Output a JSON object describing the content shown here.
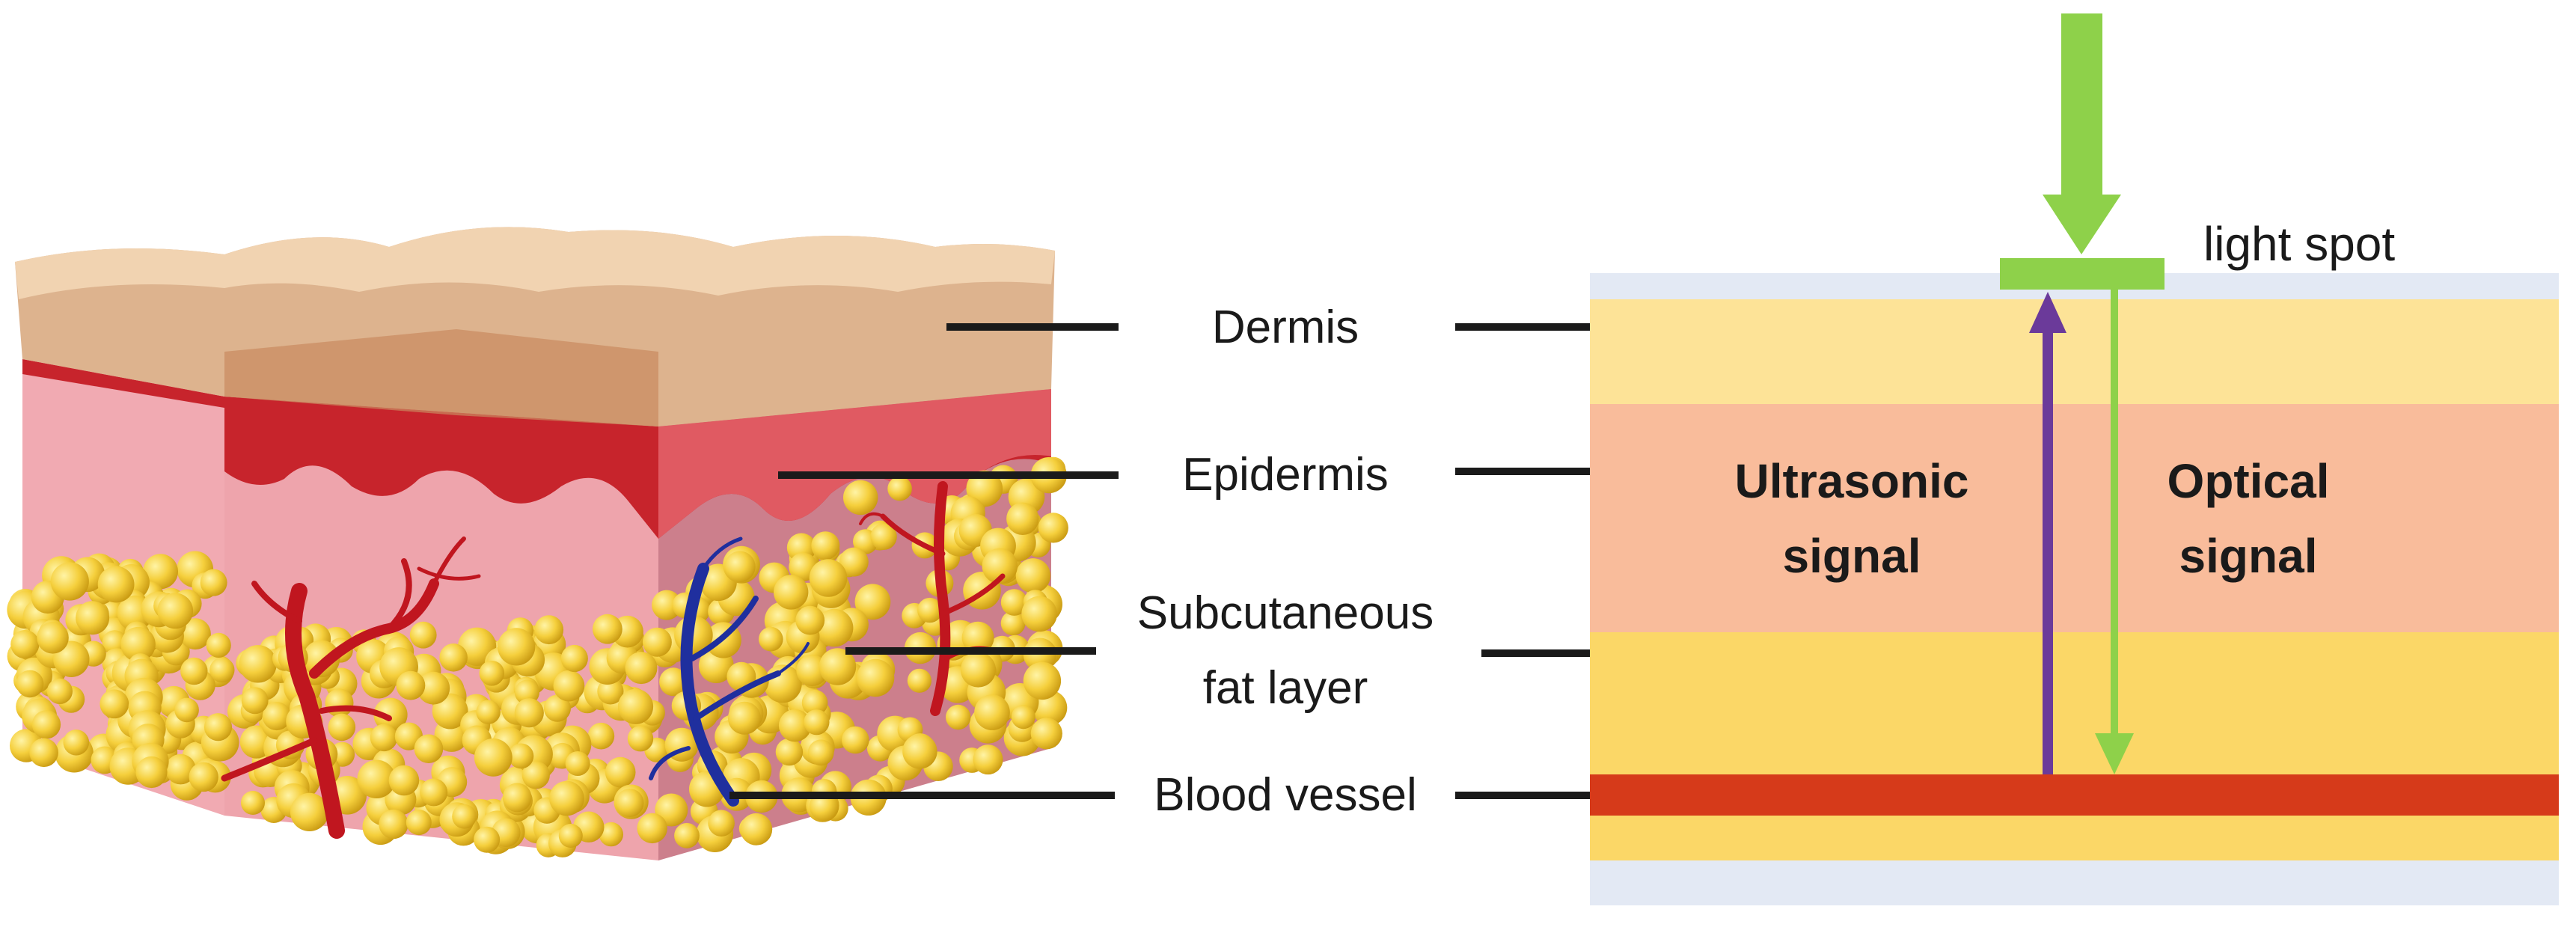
{
  "labels": {
    "dermis": "Dermis",
    "epidermis": "Epidermis",
    "subcutaneous_line1": "Subcutaneous",
    "subcutaneous_line2": "fat layer",
    "blood_vessel": "Blood vessel",
    "light_spot": "light spot",
    "ultrasonic_line1": "Ultrasonic",
    "ultrasonic_line2": "signal",
    "optical_line1": "Optical",
    "optical_line2": "signal"
  },
  "colors": {
    "skin_surface": "#ddb38e",
    "epidermis_red": "#c7242c",
    "dermis_pink": "#eea4ac",
    "fat_yellow": "#f2c837",
    "artery_red": "#c0161f",
    "vein_blue": "#1f2f9e",
    "layer_dermis": "#fde397",
    "layer_epidermis": "#f9bc9b",
    "layer_fat": "#fbd767",
    "layer_vessel": "#d63a1a",
    "layer_outer": "#e3e9f4",
    "light_green": "#8ed14a",
    "ultrasonic_purple": "#6b3a9a"
  }
}
